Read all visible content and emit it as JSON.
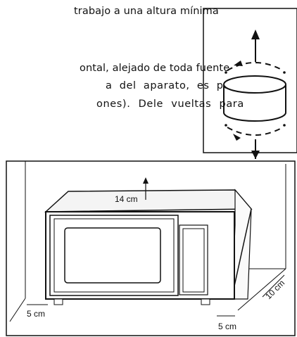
{
  "text_lines": [
    "trabajo a una altura mínima",
    "ontal, alejado de toda fuente",
    "a del aparato, es posible",
    "ones). Dele vueltas para"
  ],
  "diagram": {
    "labels": {
      "top_clearance": "14 cm",
      "left_clearance": "5 cm",
      "rear_clearance": "10 cm",
      "bottom_clearance": "5 cm"
    }
  }
}
